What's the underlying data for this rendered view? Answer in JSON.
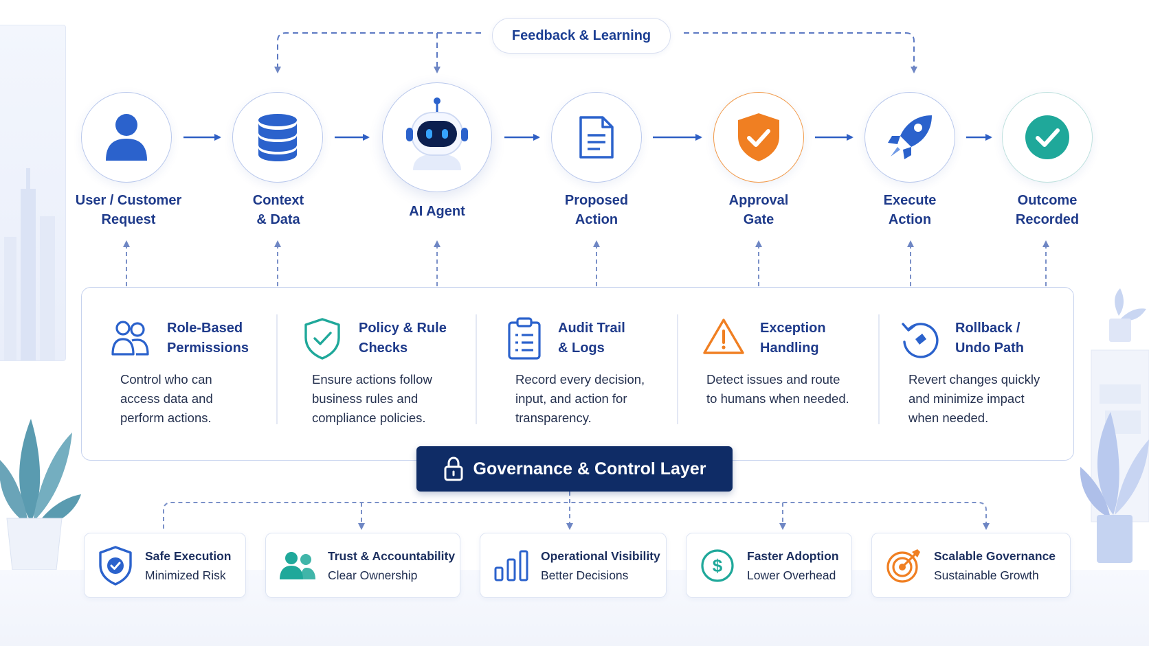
{
  "feedback": {
    "label": "Feedback & Learning"
  },
  "flow": [
    {
      "label": "User / Customer\nRequest",
      "icon": "user-icon"
    },
    {
      "label": "Context\n& Data",
      "icon": "database-icon"
    },
    {
      "label": "AI Agent",
      "icon": "robot-icon"
    },
    {
      "label": "Proposed\nAction",
      "icon": "document-icon"
    },
    {
      "label": "Approval\nGate",
      "icon": "shield-check-icon"
    },
    {
      "label": "Execute\nAction",
      "icon": "rocket-icon"
    },
    {
      "label": "Outcome\nRecorded",
      "icon": "check-circle-icon"
    }
  ],
  "governance": {
    "title": "Governance & Control Layer",
    "items": [
      {
        "title": "Role-Based\nPermissions",
        "desc": "Control who can\naccess data and\nperform actions.",
        "icon": "users-icon"
      },
      {
        "title": "Policy & Rule\nChecks",
        "desc": "Ensure actions follow\nbusiness rules and\ncompliance policies.",
        "icon": "shield-icon"
      },
      {
        "title": "Audit Trail\n& Logs",
        "desc": "Record every decision,\ninput, and action for\ntransparency.",
        "icon": "clipboard-icon"
      },
      {
        "title": "Exception\nHandling",
        "desc": "Detect issues and route\nto humans when needed.",
        "icon": "warning-icon"
      },
      {
        "title": "Rollback /\nUndo Path",
        "desc": "Revert changes quickly\nand minimize impact\nwhen needed.",
        "icon": "undo-icon"
      }
    ]
  },
  "outcomes": [
    {
      "line1": "Safe Execution",
      "line2": "Minimized Risk",
      "icon": "shield-check-icon"
    },
    {
      "line1": "Trust & Accountability",
      "line2": "Clear Ownership",
      "icon": "people-icon"
    },
    {
      "line1": "Operational Visibility",
      "line2": "Better Decisions",
      "icon": "bar-chart-icon"
    },
    {
      "line1": "Faster Adoption",
      "line2": "Lower Overhead",
      "icon": "dollar-icon"
    },
    {
      "line1": "Scalable Governance",
      "line2": "Sustainable Growth",
      "icon": "target-icon"
    }
  ],
  "colors": {
    "primary": "#2563c9",
    "navy": "#0f2c66",
    "orange": "#f07f22",
    "teal": "#1fa89a",
    "border": "#b9c8ec"
  }
}
